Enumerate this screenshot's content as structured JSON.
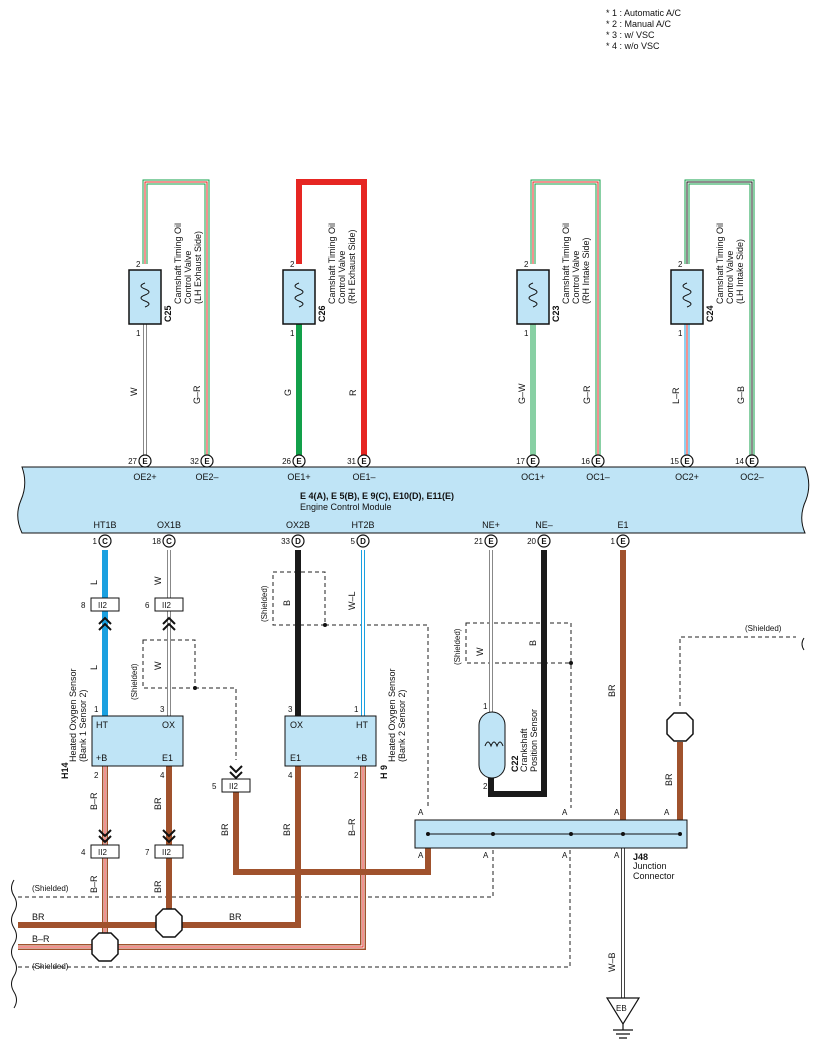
{
  "notes": [
    "* 1 : Automatic A/C",
    "* 2 : Manual A/C",
    "* 3 : w/ VSC",
    "* 4 : w/o VSC"
  ],
  "colors": {
    "green": "#12a04a",
    "red": "#e62622",
    "brown": "#a0522d",
    "blue": "#1aa0e0",
    "black": "#1a1a1a",
    "light_blue_fill": "#bfe4f6",
    "wire_white": "#ffffff"
  },
  "ecm": {
    "name": "E 4(A), E 5(B), E 9(C), E10(D), E11(E)",
    "desc": "Engine Control Module",
    "top_pins": [
      {
        "num": "27",
        "conn": "E",
        "label": "OE2+"
      },
      {
        "num": "32",
        "conn": "E",
        "label": "OE2–"
      },
      {
        "num": "26",
        "conn": "E",
        "label": "OE1+"
      },
      {
        "num": "31",
        "conn": "E",
        "label": "OE1–"
      },
      {
        "num": "17",
        "conn": "E",
        "label": "OC1+"
      },
      {
        "num": "16",
        "conn": "E",
        "label": "OC1–"
      },
      {
        "num": "15",
        "conn": "E",
        "label": "OC2+"
      },
      {
        "num": "14",
        "conn": "E",
        "label": "OC2–"
      }
    ],
    "bottom_pins": [
      {
        "num": "1",
        "conn": "C",
        "label": "HT1B"
      },
      {
        "num": "18",
        "conn": "C",
        "label": "OX1B"
      },
      {
        "num": "33",
        "conn": "D",
        "label": "OX2B"
      },
      {
        "num": "5",
        "conn": "D",
        "label": "HT2B"
      },
      {
        "num": "21",
        "conn": "E",
        "label": "NE+"
      },
      {
        "num": "20",
        "conn": "E",
        "label": "NE–"
      },
      {
        "num": "1",
        "conn": "E",
        "label": "E1"
      }
    ]
  },
  "valves": [
    {
      "code": "C25",
      "l1": "Camshaft Timing Oil",
      "l2": "Control Valve",
      "l3": "(LH Exhaust Side)",
      "w1": "W",
      "w2": "G–R"
    },
    {
      "code": "C26",
      "l1": "Camshaft Timing Oil",
      "l2": "Control Valve",
      "l3": "(RH Exhaust Side)",
      "w1": "G",
      "w2": "R"
    },
    {
      "code": "C23",
      "l1": "Camshaft Timing Oil",
      "l2": "Control Valve",
      "l3": "(RH Intake Side)",
      "w1": "G–W",
      "w2": "G–R"
    },
    {
      "code": "C24",
      "l1": "Camshaft Timing Oil",
      "l2": "Control Valve",
      "l3": "(LH Intake Side)",
      "w1": "L–R",
      "w2": "G–B"
    }
  ],
  "valve_pins": {
    "top": "2",
    "bottom": "1"
  },
  "h14": {
    "code": "H14",
    "l1": "Heated Oxygen Sensor",
    "l2": "(Bank 1 Sensor 2)",
    "ht": "HT",
    "ox": "OX",
    "b": "+B",
    "e1": "E1",
    "p_ht": "1",
    "p_ox": "3",
    "p_b": "2",
    "p_e1": "4"
  },
  "h9": {
    "code": "H 9",
    "l1": "Heated Oxygen Sensor",
    "l2": "(Bank 2 Sensor 2)",
    "ht": "HT",
    "ox": "OX",
    "b": "+B",
    "e1": "E1",
    "p_ox": "3",
    "p_ht": "1",
    "p_e1": "4",
    "p_b": "2"
  },
  "c22": {
    "code": "C22",
    "l1": "Crankshaft",
    "l2": "Position Sensor",
    "p1": "1",
    "p2": "2"
  },
  "j48": {
    "code": "J48",
    "l1": "Junction",
    "l2": "Connector",
    "pin": "A"
  },
  "ii2": {
    "code": "II2",
    "pins": [
      "8",
      "6",
      "5",
      "4",
      "7"
    ]
  },
  "wires": {
    "L": "L",
    "W": "W",
    "B": "B",
    "WL": "W–L",
    "BR": "BR",
    "BR2": "B–R",
    "WB": "W–B"
  },
  "shielded": "(Shielded)",
  "ground": "EB"
}
